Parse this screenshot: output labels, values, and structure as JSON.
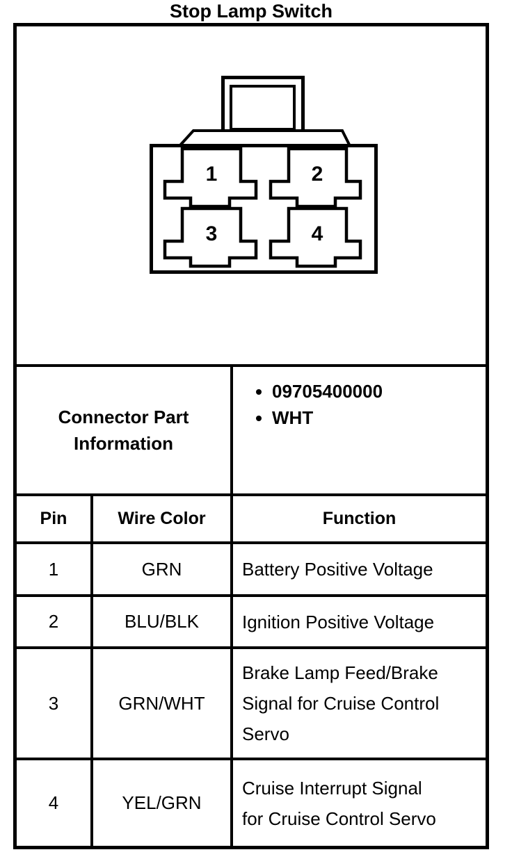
{
  "title": "Stop Lamp Switch",
  "colors": {
    "ink": "#000000",
    "paper": "#ffffff"
  },
  "connector": {
    "description": "4-pin connector face view",
    "pins": [
      "1",
      "2",
      "3",
      "4"
    ]
  },
  "part_info": {
    "label_line1": "Connector Part",
    "label_line2": "Information",
    "bullets": [
      "09705400000",
      "WHT"
    ]
  },
  "pin_table": {
    "headers": [
      "Pin",
      "Wire Color",
      "Function"
    ],
    "rows": [
      {
        "pin": "1",
        "wire_color": "GRN",
        "function": "Battery Positive Voltage",
        "function_lines": [
          "Battery Positive Voltage"
        ]
      },
      {
        "pin": "2",
        "wire_color": "BLU/BLK",
        "function": "Ignition Positive Voltage",
        "function_lines": [
          "Ignition Positive Voltage"
        ]
      },
      {
        "pin": "3",
        "wire_color": "GRN/WHT",
        "function": "Brake Lamp Feed/Brake Signal for Cruise Control Servo",
        "function_lines": [
          "Brake Lamp Feed/Brake",
          "Signal for Cruise Control",
          "Servo"
        ]
      },
      {
        "pin": "4",
        "wire_color": "YEL/GRN",
        "function": "Cruise Interrupt Signal for Cruise Control Servo",
        "function_lines": [
          "Cruise Interrupt Signal",
          "for Cruise Control Servo"
        ]
      }
    ]
  }
}
